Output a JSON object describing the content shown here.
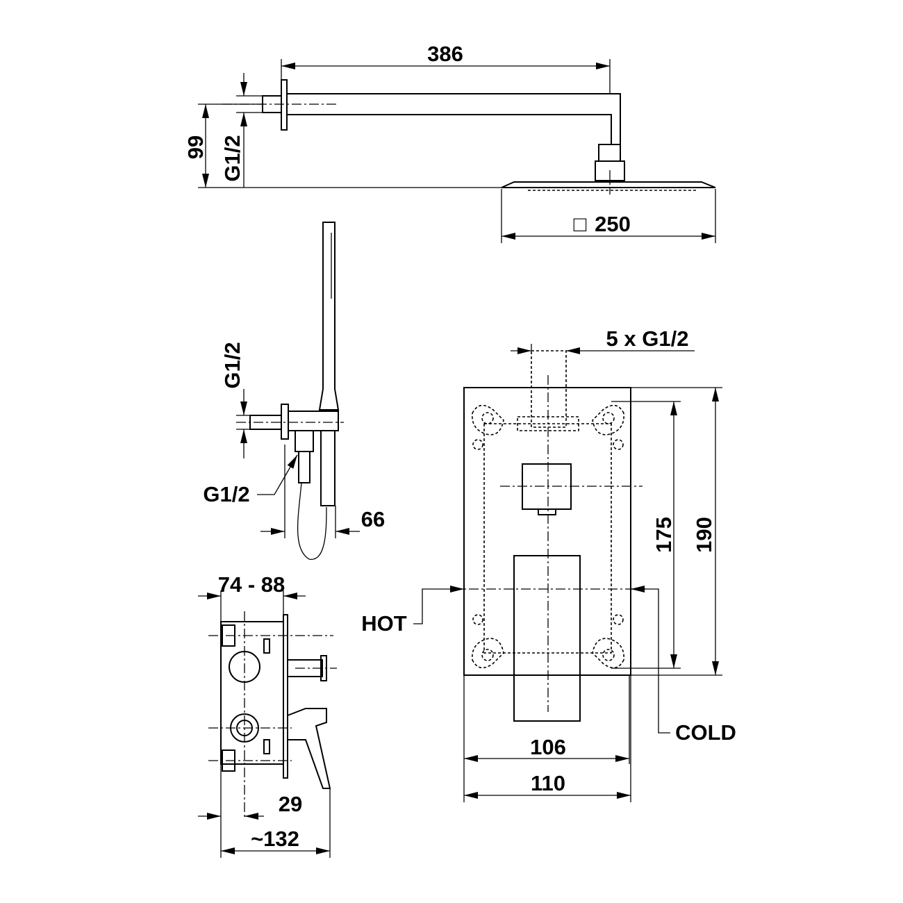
{
  "drawing": {
    "dimensions": {
      "arm_length": "386",
      "arm_height": "99",
      "arm_thread": "G1/2",
      "head_size": "250",
      "head_size_symbol": "□",
      "hand_thread_vertical": "G1/2",
      "hand_thread_outlet": "G1/2",
      "hand_projection": "66",
      "valve_depth_range": "74 - 88",
      "valve_offset": "29",
      "valve_total_depth": "~132",
      "outlets": "5 x G1/2",
      "inner_height": "175",
      "plate_height": "190",
      "inner_width": "106",
      "plate_width": "110"
    },
    "labels": {
      "hot": "HOT",
      "cold": "COLD"
    }
  }
}
